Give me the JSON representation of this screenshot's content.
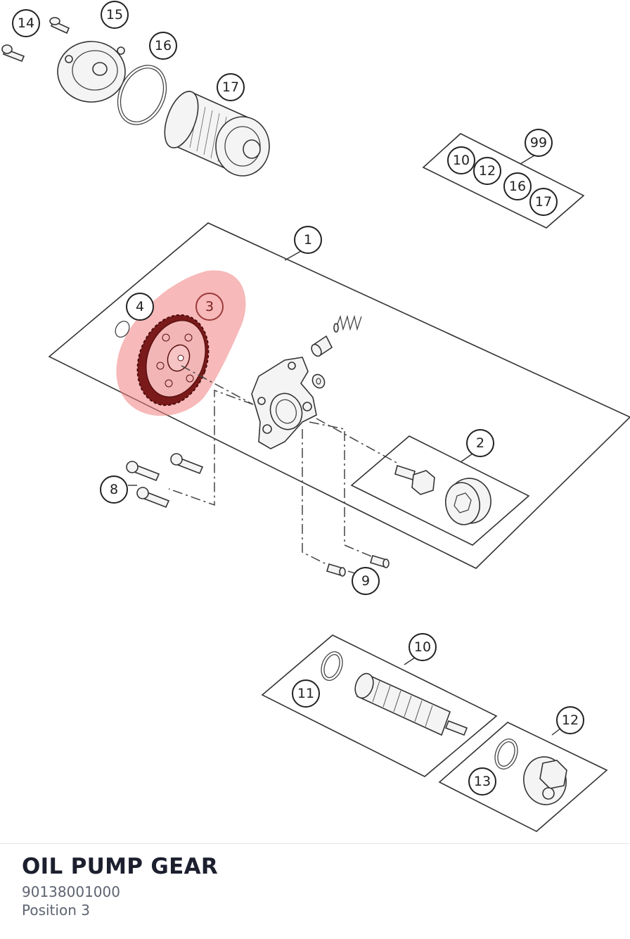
{
  "diagram": {
    "callouts": {
      "c1": "1",
      "c2": "2",
      "c3": "3",
      "c4": "4",
      "c8": "8",
      "c9": "9",
      "c10a": "10",
      "c11": "11",
      "c12a": "12",
      "c13": "13",
      "c14": "14",
      "c15": "15",
      "c16a": "16",
      "c17a": "17",
      "c99": "99",
      "c10b": "10",
      "c12b": "12",
      "c16b": "16",
      "c17b": "17"
    },
    "highlight_color": "#f08080",
    "highlighted_position": "3"
  },
  "part": {
    "name": "OIL PUMP GEAR",
    "number": "90138001000",
    "position": "Position 3"
  }
}
